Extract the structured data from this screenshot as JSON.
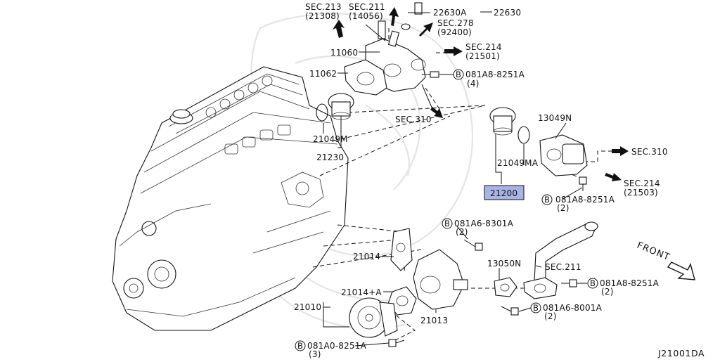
{
  "diagram": {
    "code": "J21001DA",
    "labels": {
      "sec213": "SEC.213",
      "sec213_sub": "(21308)",
      "sec211_top": "SEC.211",
      "sec211_top_sub": "(14056)",
      "p22630a": "22630A",
      "p22630": "22630",
      "sec278": "SEC.278",
      "sec278_sub": "(92400)",
      "p11060": "11060",
      "sec214_top": "SEC.214",
      "sec214_top_sub": "(21501)",
      "p11062": "11062",
      "bolt_081a8_top": "081A8-8251A",
      "bolt_081a8_top_qty": "(4)",
      "sec310_mid": "SEC.310",
      "p13049n": "13049N",
      "p21049m": "21049M",
      "p21230": "21230",
      "sec310_right": "SEC.310",
      "p21049ma": "21049MA",
      "sec214_right": "SEC.214",
      "sec214_right_sub": "(21503)",
      "p21200": "21200",
      "bolt_081a8_right": "081A8-8251A",
      "bolt_081a8_right_qty": "(2)",
      "bolt_081a6_8301": "081A6-8301A",
      "bolt_081a6_8301_qty": "(2)",
      "p21014": "21014",
      "p13050n": "13050N",
      "sec211_low": "SEC.211",
      "front": "FRONT",
      "bolt_081a8_low": "081A8-8251A",
      "bolt_081a8_low_qty": "(2)",
      "p21014a": "21014+A",
      "p21010": "21010",
      "bolt_081a6_8001": "081A6-8001A",
      "bolt_081a6_8001_qty": "(2)",
      "p21013": "21013",
      "bolt_081a0": "081A0-8251A",
      "bolt_081a0_qty": "(3)",
      "circle_b": "B"
    }
  }
}
